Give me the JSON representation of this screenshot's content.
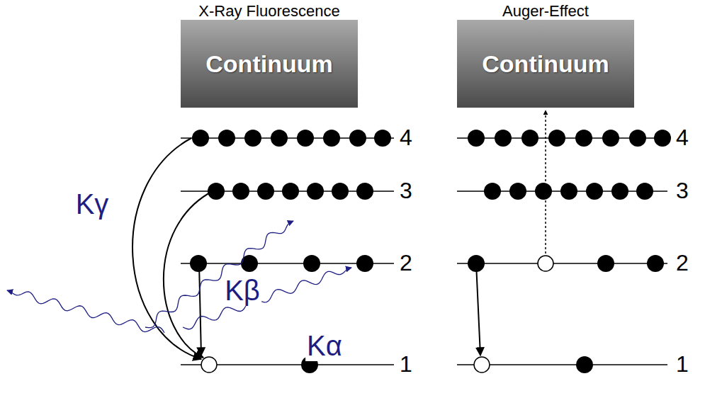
{
  "diagram": {
    "nodes": [
      {
        "text": [
          "Continuum"
        ]
      },
      {
        "text": [
          "Continuum"
        ]
      }
    ],
    "labels": [
      "X-Ray Fluorescence",
      "Auger-Effect",
      "4",
      "3",
      "2",
      "1",
      "4",
      "3",
      "2",
      "1",
      "Kγ",
      "Kβ",
      "Kα"
    ]
  }
}
